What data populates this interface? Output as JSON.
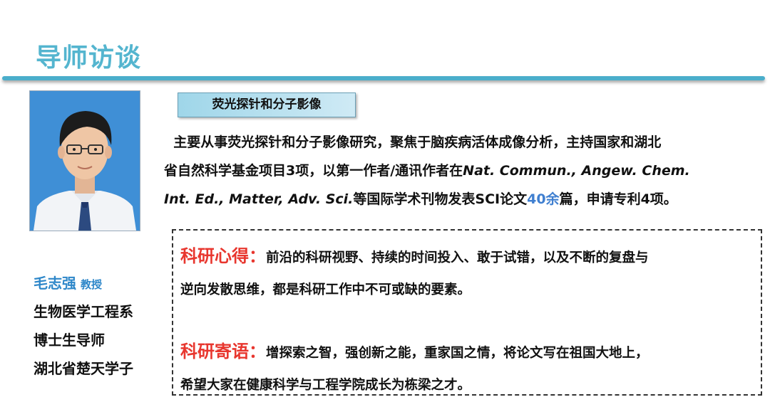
{
  "header": {
    "title": "导师访谈"
  },
  "topic": {
    "label": "荧光探针和分子影像"
  },
  "intro": {
    "line1": "主要从事荧光探针和分子影像研究，聚焦于脑疾病活体成像分析，主持国家和湖北",
    "line2_text": "省自然科学基金项目3项，以第一作者/通讯作者在",
    "line2_journals": "Nat. Commun., Angew. Chem.",
    "line3_journals": "Int. Ed., Matter, Adv. Sci.",
    "line3_mid": "等国际学术刊物发表SCI论文",
    "paper_count": "40余",
    "line3_end": "篇，申请专利4项。"
  },
  "profile": {
    "name": "毛志强",
    "rank": "教授",
    "department": "生物医学工程系",
    "role": "博士生导师",
    "honor": "湖北省楚天学子"
  },
  "quotes": {
    "experience_label": "科研心得：",
    "experience_line1": "前沿的科研视野、持续的时间投入、敢于试错，以及不断的复盘与",
    "experience_line2": "逆向发散思维，都是科研工作中不可或缺的要素。",
    "message_label": "科研寄语：",
    "message_line1": "增探索之智，强创新之能，重家国之情，将论文写在祖国大地上，",
    "message_line2": "希望大家在健康科学与工程学院成长为栋梁之才。"
  },
  "colors": {
    "title": "#54b5cf",
    "rule": "#4aaecb",
    "name": "#2e87c9",
    "label_red": "#e8362e",
    "highlight_blue": "#3f7fd0",
    "photo_bg": "#3f8fd6"
  }
}
